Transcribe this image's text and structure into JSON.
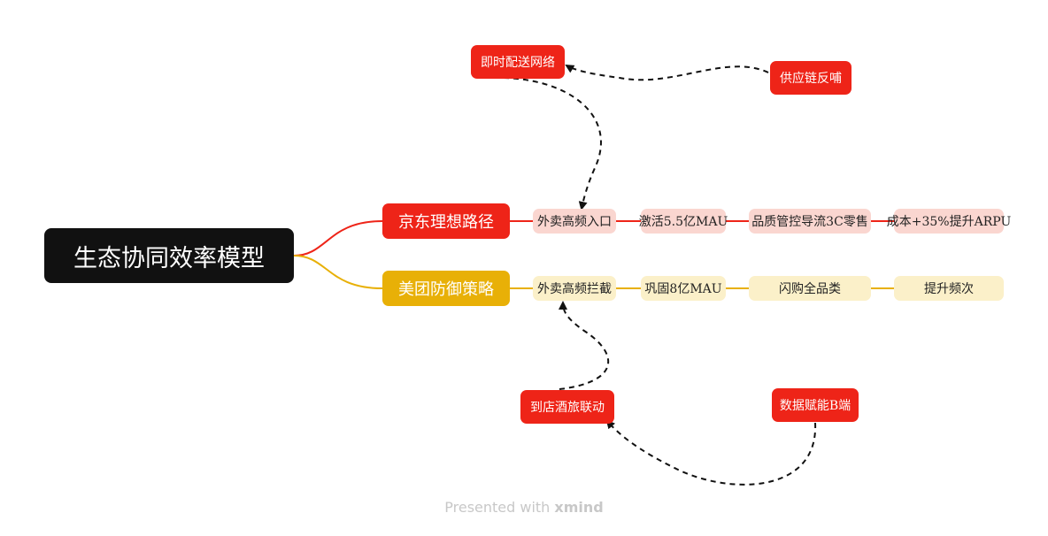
{
  "root": {
    "label": "生态协同效率模型"
  },
  "branches": [
    {
      "label": "京东理想路径",
      "color": "#ee2418",
      "items": [
        "外卖高频入口",
        "激活5.5亿MAU",
        "品质管控导流3C零售",
        "成本+35%提升ARPU"
      ]
    },
    {
      "label": "美团防御策略",
      "color": "#e8b007",
      "items": [
        "外卖高频拦截",
        "巩固8亿MAU",
        "闪购全品类",
        "提升频次"
      ]
    }
  ],
  "floating": {
    "instant_delivery": "即时配送网络",
    "supply_chain": "供应链反哺",
    "in_store_travel": "到店酒旅联动",
    "data_enable": "数据赋能B端"
  },
  "watermark": {
    "prefix": "Presented with",
    "brand": "xmind"
  }
}
